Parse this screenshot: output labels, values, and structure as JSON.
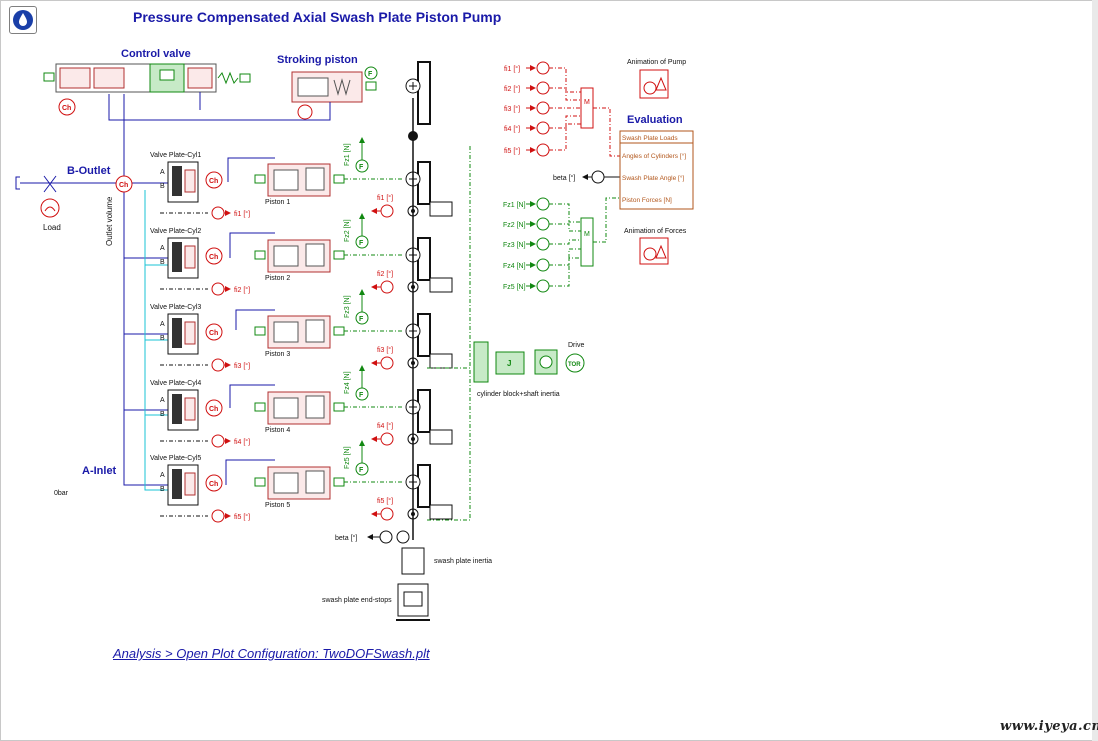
{
  "page": {
    "title": "Pressure Compensated Axial Swash Plate Piston Pump",
    "link": "Analysis > Open Plot Configuration: TwoDOFSwash.plt",
    "watermark": "www.iyeya.cn"
  },
  "labels": {
    "control_valve": "Control valve",
    "stroking_piston": "Stroking piston",
    "b_outlet": "B-Outlet",
    "a_inlet": "A-Inlet",
    "load": "Load",
    "outlet_volume": "Outlet volume",
    "zero_bar": "0bar",
    "cylinder_block": "cylinder block+shaft inertia",
    "drive": "Drive",
    "torque": "TOR",
    "swash_inertia": "swash plate inertia",
    "end_stops": "swash plate end-stops",
    "beta": "beta [°]",
    "evaluation": "Evaluation",
    "animation_pump": "Animation of Pump",
    "animation_forces": "Animation of Forces",
    "ch": "Ch",
    "f": "F",
    "j": "J",
    "port_a": "A",
    "port_b": "B"
  },
  "cylinders": [
    {
      "valve": "Valve Plate-Cyl1",
      "piston": "Piston 1",
      "fi": "fi1 [°]",
      "force": "Fz1 [N]"
    },
    {
      "valve": "Valve Plate-Cyl2",
      "piston": "Piston 2",
      "fi": "fi2 [°]",
      "force": "Fz2 [N]"
    },
    {
      "valve": "Valve Plate-Cyl3",
      "piston": "Piston 3",
      "fi": "fi3 [°]",
      "force": "Fz3 [N]"
    },
    {
      "valve": "Valve Plate-Cyl4",
      "piston": "Piston 4",
      "fi": "fi4 [°]",
      "force": "Fz4 [N]"
    },
    {
      "valve": "Valve Plate-Cyl5",
      "piston": "Piston 5",
      "fi": "fi5 [°]",
      "force": "Fz5 [N]"
    }
  ],
  "evaluation_box": {
    "title": "Swash Plate Loads",
    "rows": [
      "Angles of Cylinders [°]",
      "Swash Plate Angle [°]",
      "Piston Forces [N]"
    ]
  },
  "colors": {
    "title": "#1a1aa8",
    "hydraulic": "#1a1aa8",
    "signal_red": "#d01010",
    "signal_green": "#118811",
    "evaluation": "#b2561b",
    "cyan_line": "#19c3d6"
  }
}
